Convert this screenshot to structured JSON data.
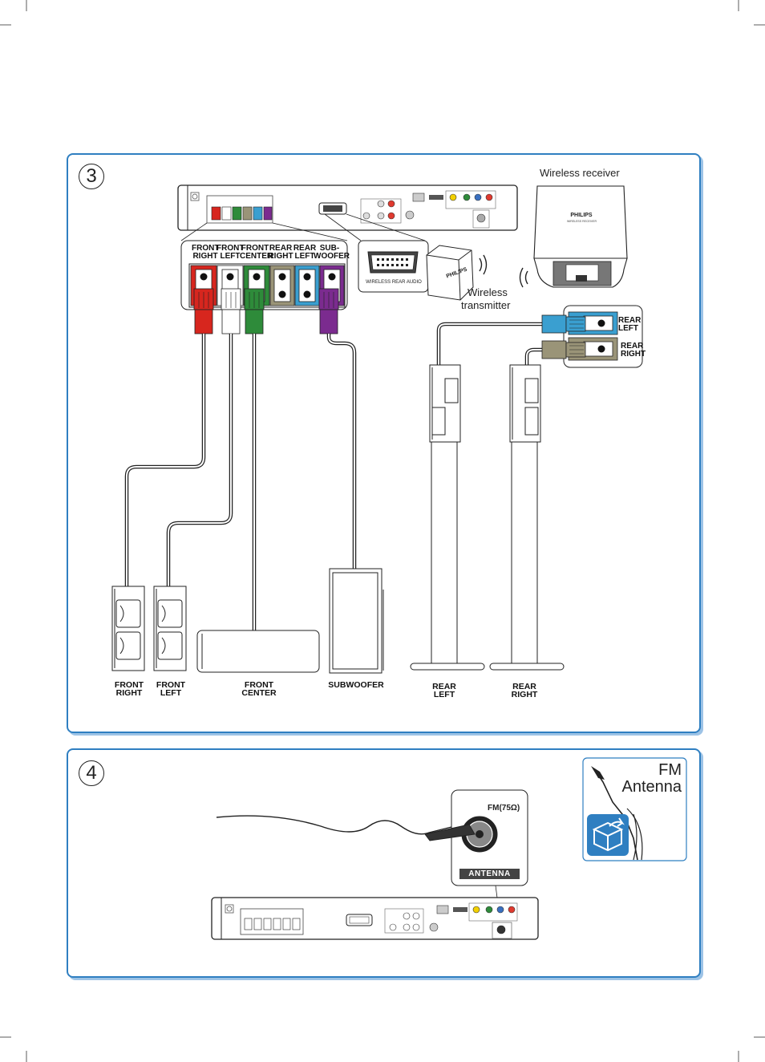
{
  "step3": {
    "number": "3",
    "wireless_receiver": "Wireless receiver",
    "wireless_transmitter": [
      "Wireless",
      "transmitter"
    ],
    "wireless_rear_audio": "WIRELESS REAR AUDIO",
    "brand": "PHILIPS",
    "receiver_subtitle": "WIRELESS RECEIVER",
    "jack_labels": [
      [
        "FRONT",
        "RIGHT"
      ],
      [
        "FRONT",
        "LEFT"
      ],
      [
        "FRONT",
        "CENTER"
      ],
      [
        "REAR",
        "RIGHT"
      ],
      [
        "REAR",
        "LEFT"
      ],
      [
        "SUB-",
        "WOOFER"
      ]
    ],
    "receiver_jacks": [
      [
        "REAR",
        "LEFT"
      ],
      [
        "REAR",
        "RIGHT"
      ]
    ],
    "speakers": [
      [
        "FRONT",
        "RIGHT"
      ],
      [
        "FRONT",
        "LEFT"
      ],
      [
        "FRONT",
        "CENTER"
      ],
      [
        "SUBWOOFER",
        ""
      ],
      [
        "REAR",
        "LEFT"
      ],
      [
        "REAR",
        "RIGHT"
      ]
    ],
    "colors": {
      "front_right": "#d7261e",
      "front_left": "#ffffff",
      "front_center": "#2e8b3a",
      "rear_right": "#9a9478",
      "rear_left": "#3a9fd0",
      "subwoofer": "#7b2b8f",
      "panel_border": "#2f7fc1"
    }
  },
  "step4": {
    "number": "4",
    "fm_title": "FM",
    "fm_subtitle": "Antenna",
    "jack_label": "FM(75Ω)",
    "antenna_label": "ANTENNA",
    "box_icon": "box-contents-icon"
  }
}
